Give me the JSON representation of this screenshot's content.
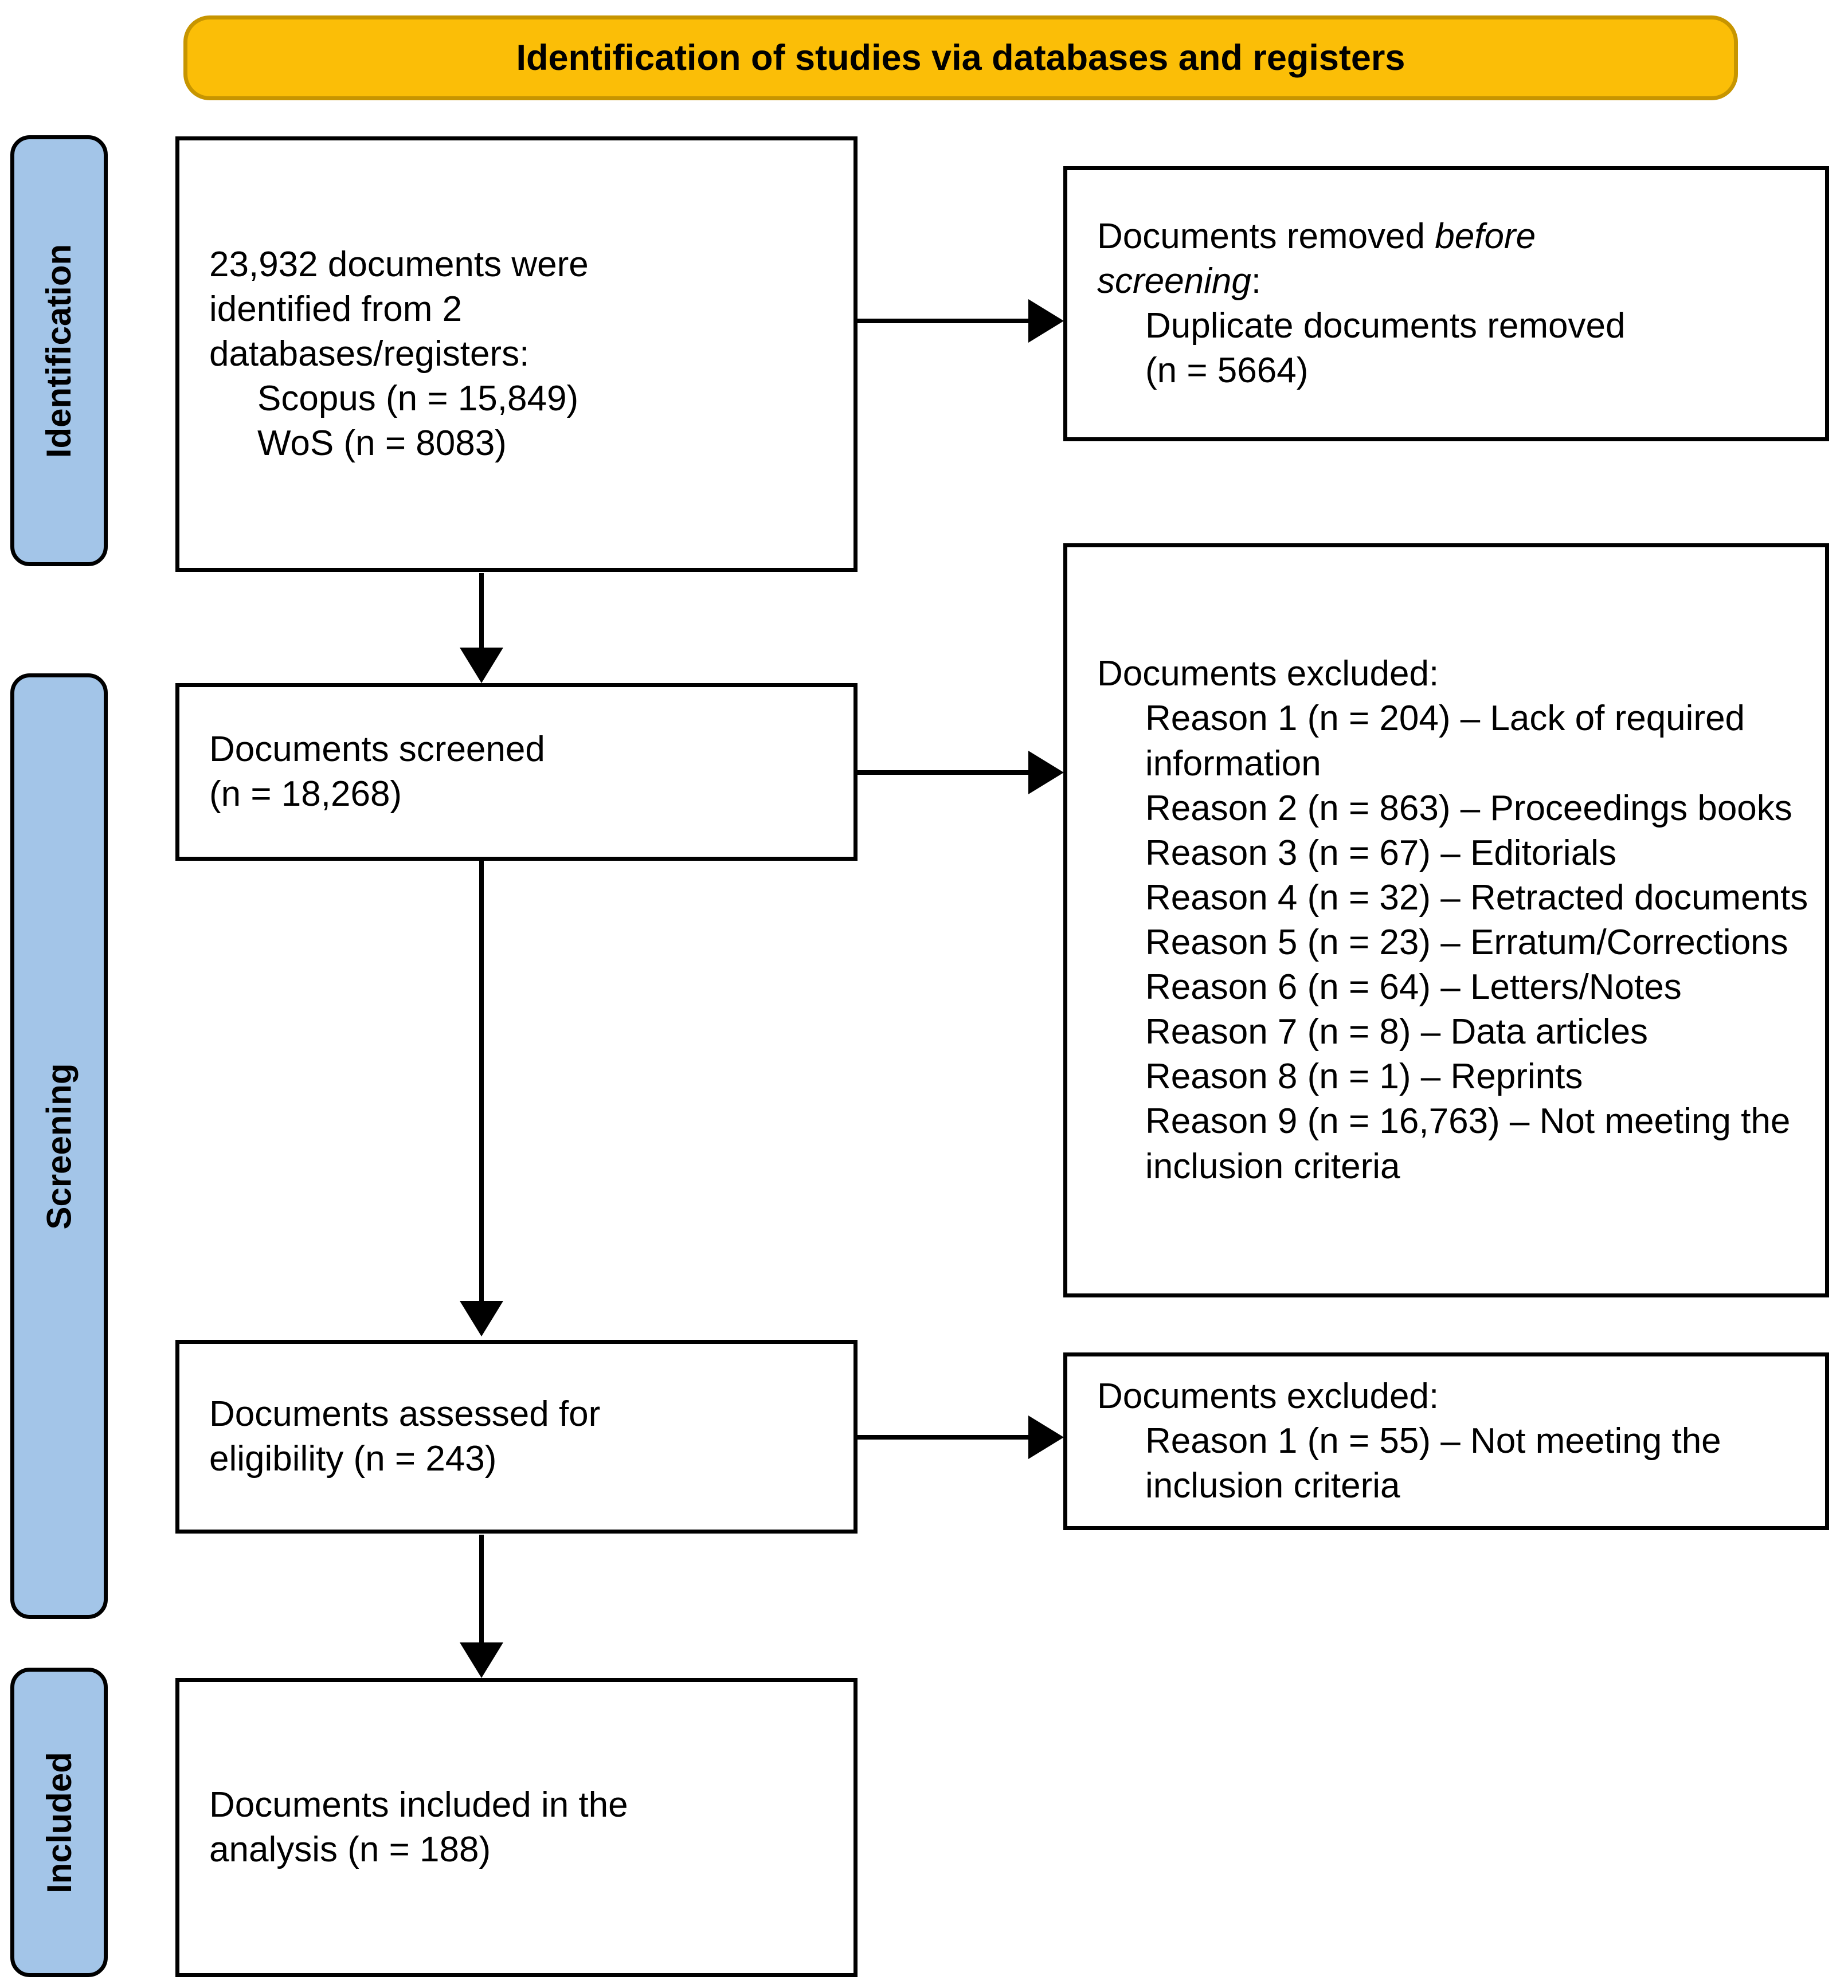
{
  "header": {
    "title": "Identification of studies via databases and registers"
  },
  "stages": [
    {
      "label": "Identification"
    },
    {
      "label": "Screening"
    },
    {
      "label": "Included"
    }
  ],
  "boxes": {
    "identified": {
      "line1": "23,932 documents were",
      "line2": "identified from 2",
      "line3": "databases/registers:",
      "line4": "Scopus (n = 15,849)",
      "line5": "WoS (n = 8083)"
    },
    "removed_before_screening": {
      "line1_prefix": "Documents removed ",
      "line1_italic": "before",
      "line2_italic": "screening",
      "line2_suffix": ":",
      "line3": "Duplicate documents removed",
      "line4": "(n = 5664)"
    },
    "screened": {
      "line1": "Documents screened",
      "line2": "(n = 18,268)"
    },
    "excluded_screening": {
      "title": "Documents excluded:",
      "reasons": [
        "Reason 1 (n = 204) – Lack of required information",
        "Reason 2 (n = 863) – Proceedings books",
        "Reason 3 (n = 67) – Editorials",
        "Reason 4 (n = 32) – Retracted documents",
        "Reason 5 (n = 23) – Erratum/Corrections",
        "Reason 6 (n = 64) – Letters/Notes",
        "Reason 7 (n = 8) – Data articles",
        "Reason 8 (n = 1) – Reprints",
        "Reason 9 (n = 16,763) – Not meeting the inclusion criteria"
      ]
    },
    "eligibility": {
      "line1": "Documents assessed for",
      "line2": "eligibility (n = 243)"
    },
    "excluded_eligibility": {
      "title": "Documents excluded:",
      "reasons": [
        "Reason 1 (n = 55) – Not meeting the inclusion criteria"
      ]
    },
    "included": {
      "line1": "Documents included in the",
      "line2": "analysis (n = 188)"
    }
  },
  "colors": {
    "header_fill": "#FBBE07",
    "header_border": "#C79500",
    "stage_fill": "#A3C5E8",
    "box_border": "#000000",
    "text": "#000000"
  }
}
